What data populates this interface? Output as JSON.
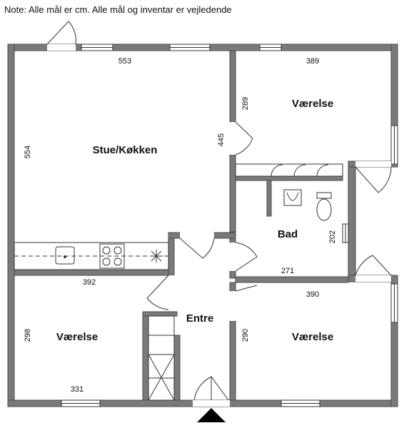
{
  "note": "Note: Alle mål er cm. Alle mål og inventar er vejledende",
  "rooms": {
    "stue": "Stue/Køkken",
    "vaerelse_tr": "Værelse",
    "bad": "Bad",
    "entre": "Entre",
    "vaerelse_bl": "Værelse",
    "vaerelse_br": "Værelse"
  },
  "dims": {
    "stue_w": "553",
    "stue_h": "554",
    "vaerelse_tr_w": "389",
    "vaerelse_tr_h": "289",
    "hall_445": "445",
    "bad_h": "202",
    "bad_w": "271",
    "vaerelse_bl_w1": "392",
    "vaerelse_bl_h": "298",
    "vaerelse_bl_w2": "331",
    "vaerelse_br_w": "390",
    "vaerelse_br_h": "290"
  },
  "colors": {
    "wall": "#7a7a7a",
    "wall_edge": "#4a4a4a",
    "entrance_arrow": "#000000"
  },
  "icons": [
    "door-swing-icon",
    "window-icon",
    "sink-icon",
    "stove-icon",
    "toilet-icon",
    "entrance-arrow-icon"
  ]
}
